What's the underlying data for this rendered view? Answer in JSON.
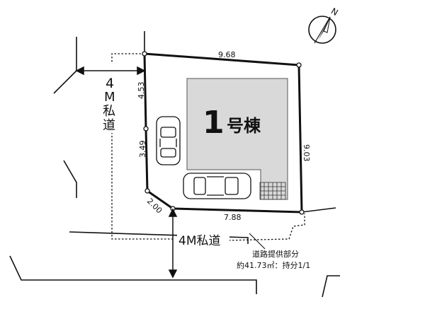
{
  "compass": {
    "north_label": "N",
    "icon": "north-arrow-icon"
  },
  "lot": {
    "dimensions": {
      "top": "9.68",
      "right": "9.03",
      "bottom": "7.88",
      "left_upper": "4.53",
      "left_lower": "3.49",
      "corner_cut": "2.00"
    }
  },
  "building": {
    "number": "1",
    "suffix": "号棟"
  },
  "roads": {
    "west": {
      "width": "4",
      "unit": "M",
      "name_char_1": "私",
      "name_char_2": "道"
    },
    "south": {
      "label": "4M私道"
    }
  },
  "road_provision": {
    "title": "道路提供部分",
    "detail": "約41.73㎡：持分1/1"
  },
  "colors": {
    "building_fill": "#d9d9d9",
    "line": "#111111"
  },
  "icons": [
    "north-arrow-icon",
    "car-icon",
    "parking-grid-icon"
  ]
}
